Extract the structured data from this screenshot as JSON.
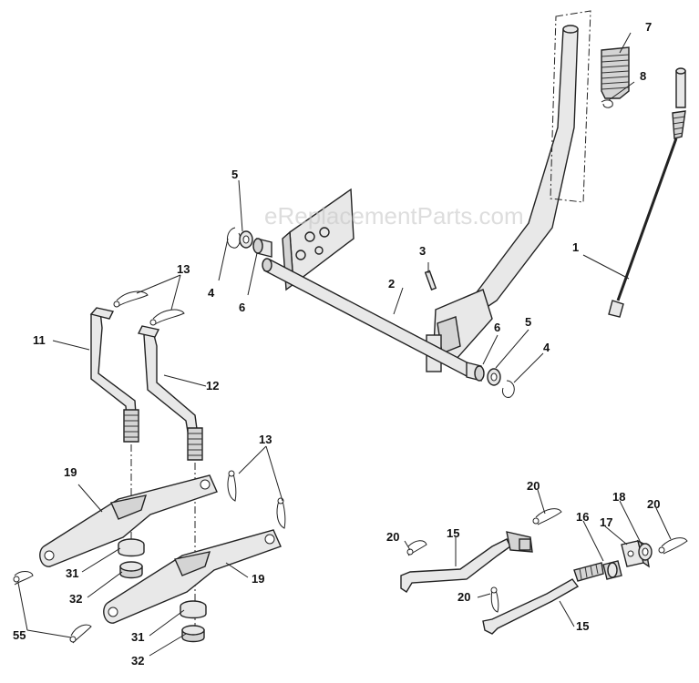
{
  "watermark": "eReplacementParts.com",
  "labels": {
    "l1": "1",
    "l2": "2",
    "l3": "3",
    "l4a": "4",
    "l4b": "4",
    "l5a": "5",
    "l5b": "5",
    "l6a": "6",
    "l6b": "6",
    "l7": "7",
    "l8": "8",
    "l11": "11",
    "l12": "12",
    "l13a": "13",
    "l13b": "13",
    "l15a": "15",
    "l15b": "15",
    "l16": "16",
    "l17": "17",
    "l18": "18",
    "l19a": "19",
    "l19b": "19",
    "l20a": "20",
    "l20b": "20",
    "l20c": "20",
    "l20d": "20",
    "l31a": "31",
    "l31b": "31",
    "l32a": "32",
    "l32b": "32",
    "l55": "55"
  }
}
